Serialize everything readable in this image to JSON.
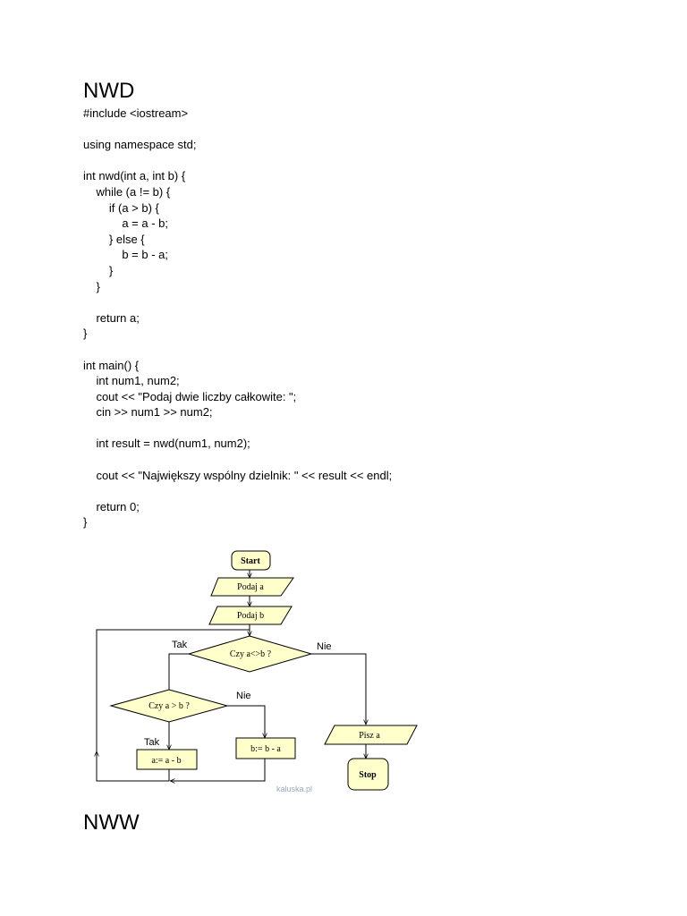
{
  "sections": {
    "nwd_title": "NWD",
    "nww_title": "NWW"
  },
  "code": {
    "lines": [
      "#include <iostream>",
      "",
      "using namespace std;",
      "",
      "int nwd(int a, int b) {",
      "    while (a != b) {",
      "        if (a > b) {",
      "            a = a - b;",
      "        } else {",
      "            b = b - a;",
      "        }",
      "    }",
      "",
      "    return a;",
      "}",
      "",
      "int main() {",
      "    int num1, num2;",
      "    cout << \"Podaj dwie liczby całkowite: \";",
      "    cin >> num1 >> num2;",
      "",
      "    int result = nwd(num1, num2);",
      "",
      "    cout << \"Największy wspólny dzielnik: \" << result << endl;",
      "",
      "    return 0;",
      "}"
    ]
  },
  "flowchart": {
    "start": "Start",
    "input_a": "Podaj a",
    "input_b": "Podaj b",
    "decision_main": "Czy a<>b ?",
    "decision_inner": "Czy a > b ?",
    "yes_label_1": "Tak",
    "no_label_1": "Nie",
    "yes_label_2": "Tak",
    "no_label_2": "Nie",
    "assign_a": "a:= a - b",
    "assign_b": "b:= b - a",
    "output": "Pisz  a",
    "stop": "Stop",
    "watermark": "kaluska.pl",
    "colors": {
      "fill": "#ffffcc",
      "stroke": "#000000"
    }
  }
}
